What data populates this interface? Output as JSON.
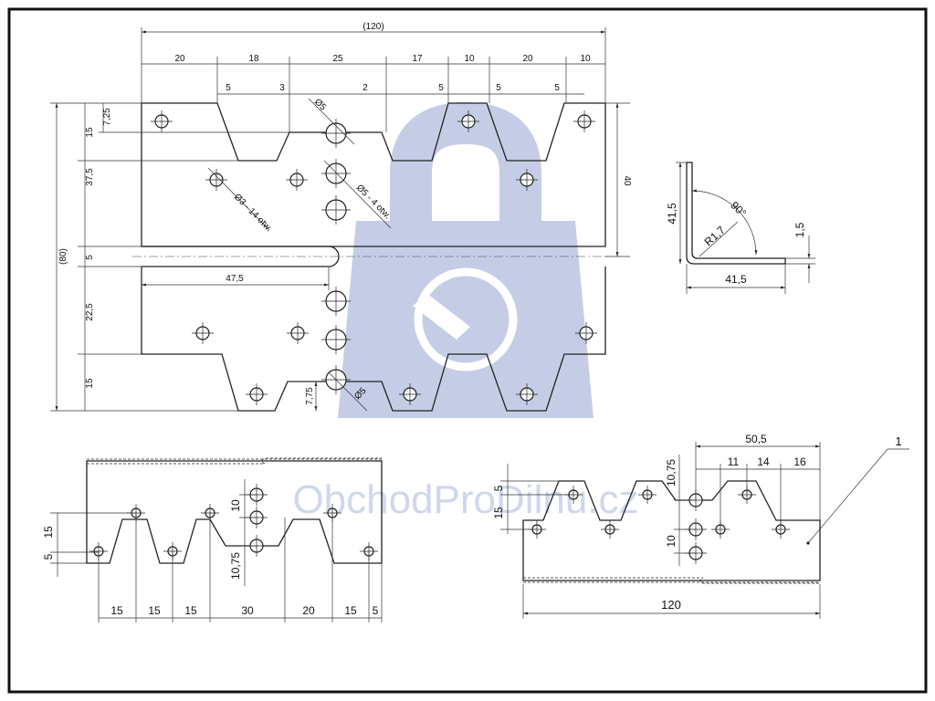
{
  "colors": {
    "ink": "#222222",
    "frame": "#111111",
    "watermark": "#c5cde6",
    "watermark_text": "#d0d7ec",
    "paper": "#ffffff"
  },
  "watermark": {
    "text": "ObchodProDilnu.cz",
    "icon": "padlock-wrench-logo-icon"
  },
  "main_view": {
    "overall_width": "(120)",
    "top_chain": [
      "20",
      "18",
      "25",
      "17",
      "10",
      "20",
      "10"
    ],
    "notch_widths": [
      "5",
      "3",
      "2",
      "5",
      "5",
      "5"
    ],
    "overall_height": "(80)",
    "left_chain": [
      "7,25",
      "15",
      "37,5",
      "5",
      "22,5",
      "15"
    ],
    "right_height": "40",
    "hole_dia_top": "Ø5",
    "hole_dia_bottom": "Ø5",
    "callout_small": "Ø3 - 14 otw.",
    "callout_large": "Ø5 - 4 otw.",
    "slot_length": "47,5",
    "bottom_notch": "7,75"
  },
  "side_view": {
    "leg_height": "41,5",
    "leg_width": "41,5",
    "angle": "90°",
    "radius": "R1,7",
    "thickness": "1,5"
  },
  "front_left": {
    "bottom_chain": [
      "15",
      "15",
      "15",
      "30",
      "20",
      "15",
      "5"
    ],
    "left_dims": [
      "15",
      "5"
    ],
    "vertical_dims": [
      "10",
      "10,75"
    ]
  },
  "front_right": {
    "top_span": "50,5",
    "top_chain": [
      "11",
      "14",
      "16"
    ],
    "left_dims": [
      "5",
      "15"
    ],
    "vertical_dims": [
      "10,75",
      "10"
    ],
    "overall": "120",
    "part_number": "1"
  }
}
